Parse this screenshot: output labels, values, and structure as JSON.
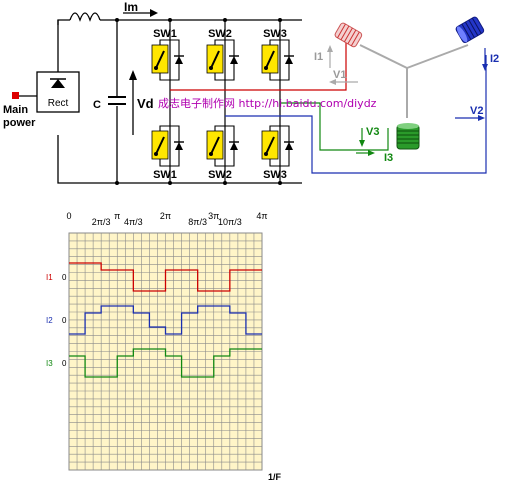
{
  "circuit": {
    "im_label": "Im",
    "main_power_label_line1": "Main",
    "main_power_label_line2": "power",
    "rect_label": "Rect",
    "c_label": "C",
    "vd_label": "Vd",
    "switches_top": [
      "SW1",
      "SW2",
      "SW3"
    ],
    "switches_bottom": [
      "SW1",
      "SW2",
      "SW3"
    ],
    "watermark": "成志电子制作网 http://hi.baidu.com/diydz",
    "motor": {
      "i1": "I1",
      "i2": "I2",
      "i3": "I3",
      "v1": "V1",
      "v2": "V2",
      "v3": "V3"
    },
    "colors": {
      "phase1": "#cc0000",
      "phase2": "#1a2fb0",
      "phase3": "#118811",
      "switch": "#ffe600"
    }
  },
  "waveform": {
    "top_ticks": [
      "0",
      "2π/3",
      "π",
      "4π/3",
      "2π",
      "8π/3",
      "3π",
      "10π/3",
      "4π"
    ],
    "x_axis_label": "1/F",
    "rows": [
      {
        "name": "I1",
        "zero_label": "0",
        "color": "#cc0000"
      },
      {
        "name": "I2",
        "zero_label": "0",
        "color": "#1a2fb0"
      },
      {
        "name": "I3",
        "zero_label": "0",
        "color": "#118811"
      }
    ],
    "grid_background": "#fff5c8",
    "grid_line": "#8a8a8a"
  },
  "chart_data": {
    "type": "line",
    "title": "",
    "xlabel": "1/F",
    "ylabel": "",
    "x_unit": "rad",
    "xlim": [
      0,
      12.566
    ],
    "x": [
      0,
      1.047,
      2.094,
      3.142,
      4.189,
      5.236,
      6.283,
      7.33,
      8.378,
      9.425,
      10.472,
      11.519,
      12.566
    ],
    "series": [
      {
        "name": "I1",
        "values": [
          1,
          1,
          0.5,
          0.5,
          -1,
          -1,
          0.5,
          0.5,
          -1,
          -1,
          0.5,
          0.5,
          0.5
        ]
      },
      {
        "name": "I2",
        "values": [
          -1,
          0.5,
          1,
          1,
          0.5,
          -0.5,
          -1,
          0.5,
          1,
          1,
          0.5,
          -1,
          -1
        ]
      },
      {
        "name": "I3",
        "values": [
          0.5,
          -1,
          -1,
          0.5,
          1,
          1,
          0.5,
          -1,
          -1,
          0.5,
          1,
          1,
          1
        ]
      }
    ]
  }
}
